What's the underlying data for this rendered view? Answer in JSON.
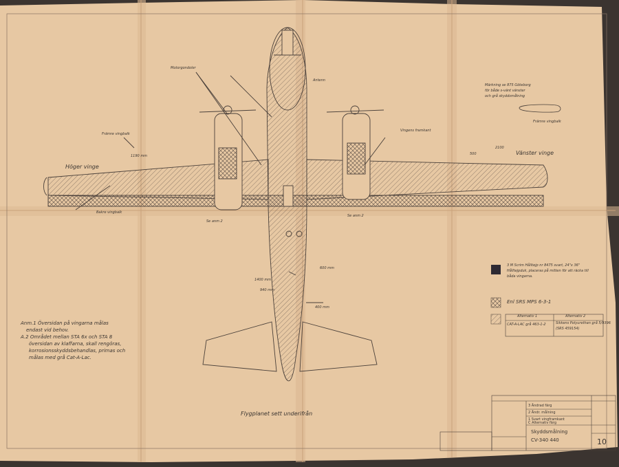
{
  "labels": {
    "right_wing": "Höger vinge",
    "left_wing": "Vänster vinge",
    "view_title": "Flygplanet sett underifrån",
    "front_wing_beam": "Främre vingbalk",
    "rear_wing_beam": "Bakre vingbalk",
    "engine_nacelles": "Motorgondoler",
    "wing_edge": "Vingens framkant",
    "see_note_a": "Se anm 2",
    "see_note_b": "Se anm 2",
    "ant_label": "Antenn",
    "meas_1": "600 mm",
    "meas_2": "1400 mm",
    "meas_3": "400 mm",
    "meas_4": "940 mm",
    "meas_5": "1190 mm",
    "meas_6": "2100",
    "meas_7": "500"
  },
  "marking_note": {
    "line1": "Märkning se 875 Göteborg",
    "line2": "för både s-vänt vänster",
    "line3": "och grå skyddsmålning",
    "line4": "Främre vingbalk"
  },
  "notes": {
    "line1": "Anm.1 Översidan på vingarna målas",
    "line2": "endast vid behov.",
    "line3": "A.2 Området mellan STA 6x och STA 8",
    "line4": "översidan av klaffarna, skall rengöras,",
    "line5": "korrosionsskyddsbehandlas, primas och",
    "line6": "målas med grå Cat-A-Lac."
  },
  "legend": {
    "black_text_1": "3 M Scrim Hålltejp nr 8475 svart, 24\"x 36\"",
    "black_text_2": "Hålltejpduk, placeras på mitten för att räcka till",
    "black_text_3": "båda vingarna.",
    "crosshatch_text": "Enl SRS MPS 6-3-1",
    "alt1_header": "Alternativ 1",
    "alt2_header": "Alternativ 2",
    "alt1_text": "CAT-A-LAC grå 463-1-2",
    "alt2_text_1": "Sikkens Polyurethan grå 5/9396",
    "alt2_text_2": "(SRS 459154)"
  },
  "title_block": {
    "revisions": [
      "3 Ändrad färg",
      "2 Ändr. målning",
      "1 Svart vingframkant",
      "C Alternativ färg"
    ],
    "title": "Skyddsmålning",
    "drawing_no": "CV-340 440",
    "sheet": "10"
  },
  "colors": {
    "paper": "#e7c8a3",
    "paper_shade": "#d9b48c",
    "ink": "#4a403a",
    "dark_tape": "#2e2a33"
  }
}
